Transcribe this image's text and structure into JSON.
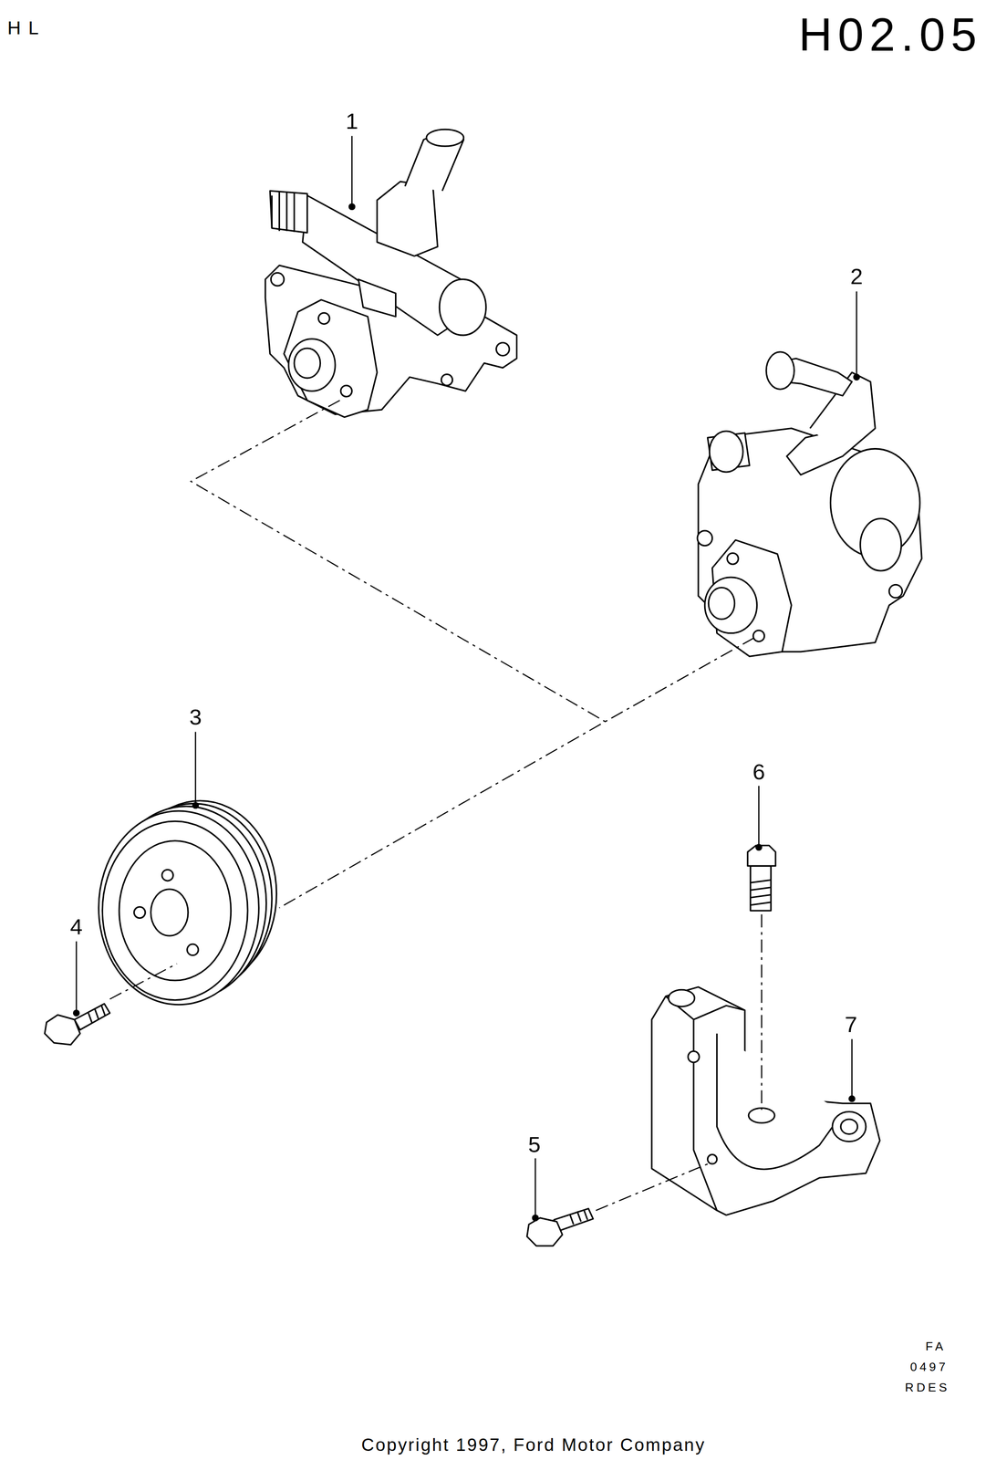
{
  "diagram": {
    "caption": "Copyright 1997, Ford Motor Company",
    "labels": [
      "HL",
      "H02.05",
      "1",
      "2",
      "3",
      "4",
      "5",
      "6",
      "7",
      "FA",
      "0497",
      "RDES"
    ]
  }
}
